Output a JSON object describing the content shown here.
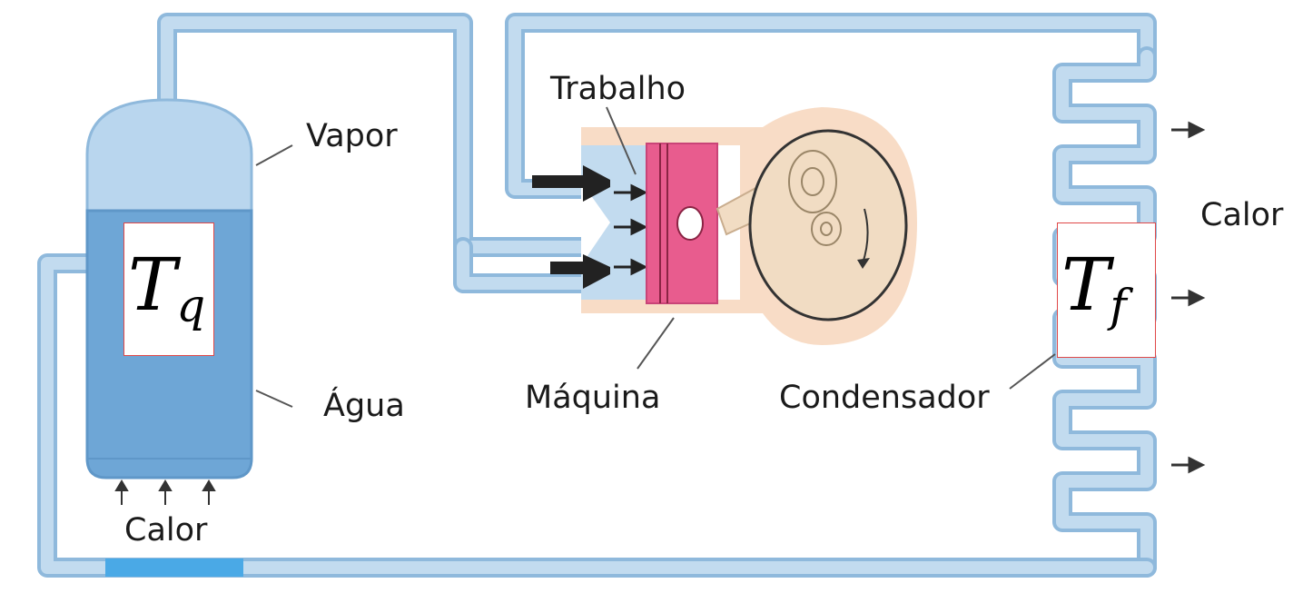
{
  "labels": {
    "vapor": "Vapor",
    "agua": "Água",
    "calor_bottom": "Calor",
    "trabalho": "Trabalho",
    "maquina": "Máquina",
    "condensador": "Condensador",
    "calor_right": "Calor"
  },
  "symbols": {
    "hot": {
      "main": "T",
      "sub": "q"
    },
    "cold": {
      "main": "T",
      "sub": "f"
    }
  },
  "colors": {
    "pipe_outline": "#8fb9dc",
    "pipe_fill": "#c2dbef",
    "water": "#6ea6d6",
    "vapor": "#b9d6ee",
    "engine_body": "#f8dcc6",
    "piston": "#e85c8e",
    "flywheel": "#f1dcc3",
    "heat_strip": "#4aa9e6",
    "symbol_border": "#e04848"
  }
}
